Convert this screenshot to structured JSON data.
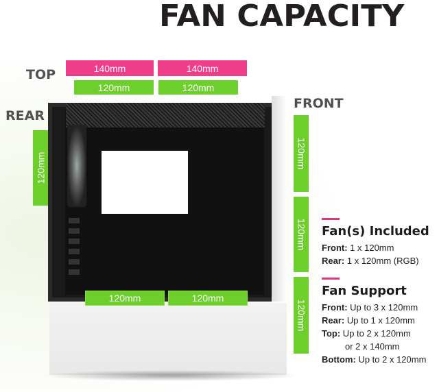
{
  "title": "FAN CAPACITY",
  "labels": {
    "top": "TOP",
    "rear": "REAR",
    "front": "FRONT"
  },
  "top_bars": {
    "pink": [
      "140mm",
      "140mm"
    ],
    "green": [
      "120mm",
      "120mm"
    ]
  },
  "rear_bar": "120mm",
  "front_bars": [
    "120mm",
    "120mm",
    "120mm"
  ],
  "bottom_bars": [
    "120mm",
    "120mm"
  ],
  "fans_included": {
    "heading": "Fan(s) Included",
    "lines": [
      {
        "label": "Front:",
        "value": " 1 x 120mm"
      },
      {
        "label": "Rear:",
        "value": " 1 x 120mm (RGB)"
      }
    ]
  },
  "fan_support": {
    "heading": "Fan Support",
    "lines": [
      {
        "label": "Front:",
        "value": " Up to 3 x 120mm"
      },
      {
        "label": "Rear:",
        "value": " Up to 1 x 120mm"
      },
      {
        "label": "Top:",
        "value": " Up to 2 x 120mm"
      },
      {
        "label": "",
        "value": "or 2 x 140mm"
      },
      {
        "label": "Bottom:",
        "value": " Up to 2 x 120mm"
      }
    ]
  },
  "colors": {
    "pink": "#ef3d8a",
    "green": "#6ccf2c",
    "title": "#231f20",
    "label_gray": "#505050"
  }
}
